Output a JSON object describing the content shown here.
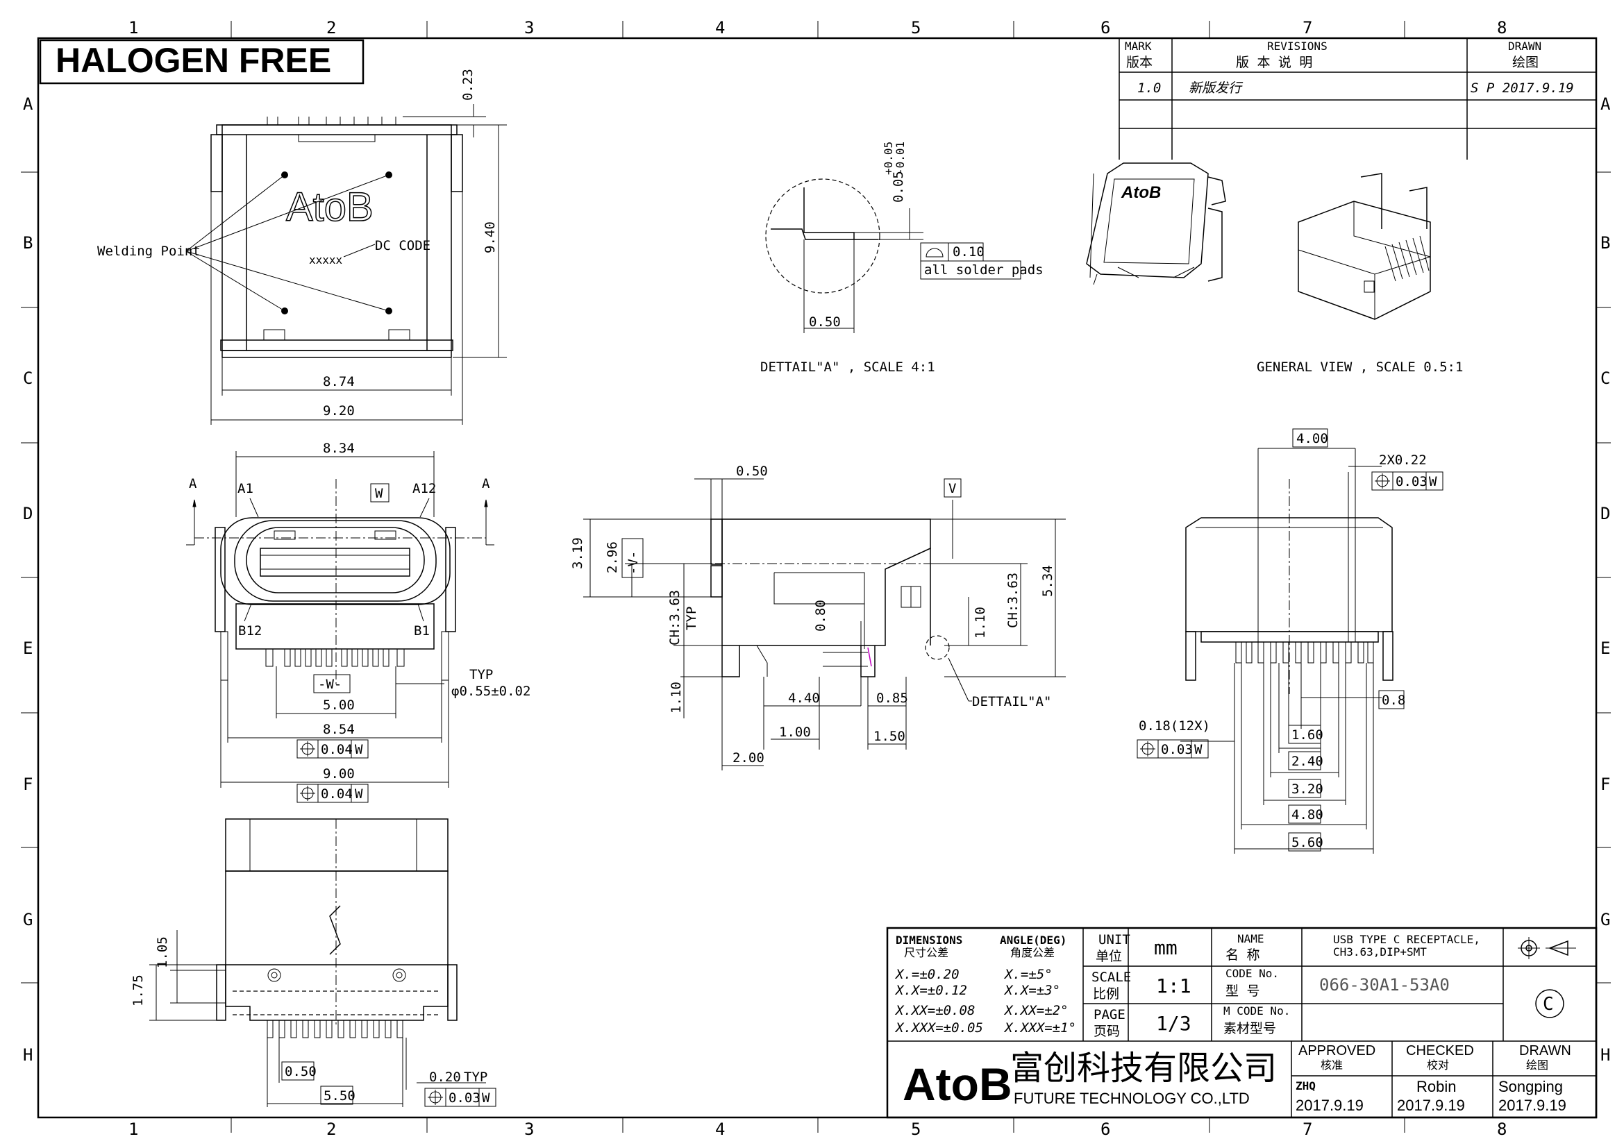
{
  "banner": "HALOGEN FREE",
  "grid": {
    "cols": [
      "1",
      "2",
      "3",
      "4",
      "5",
      "6",
      "7",
      "8"
    ],
    "rows": [
      "A",
      "B",
      "C",
      "D",
      "E",
      "F",
      "G",
      "H"
    ]
  },
  "revisions": {
    "mark_label_en": "MARK",
    "mark_label_cn": "版本",
    "rev_label_en": "REVISIONS",
    "rev_label_cn": "版 本 说 明",
    "drawn_label_en": "DRAWN",
    "drawn_label_cn": "绘图",
    "mark": "1.0",
    "desc": "新版发行",
    "drawn": "S P 2017.9.19"
  },
  "top_view": {
    "logo": "AtoB",
    "welding_label": "Welding Point",
    "dc_code_label": "DC CODE",
    "dc_code_value": "xxxxx",
    "dims": {
      "d023": "0.23",
      "d940": "9.40",
      "d874": "8.74",
      "d920": "9.20"
    }
  },
  "detail_a": {
    "tol_dim": "0.05",
    "tol_plus": "+0.05",
    "tol_minus": "-0.01",
    "flat_val": "0.10",
    "flat_note": "all solder pads",
    "width": "0.50",
    "caption": "DETTAIL\"A\" , SCALE 4:1"
  },
  "general_view": {
    "logo": "AtoB",
    "caption": "GENERAL VIEW , SCALE 0.5:1"
  },
  "front_view": {
    "section_a": "A",
    "pin_a1": "A1",
    "pin_a12": "A12",
    "pin_b12": "B12",
    "pin_b1": "B1",
    "datum_w": "W",
    "datum_w2": "-W-",
    "typ": "TYP",
    "hole_dia": "φ0.55±0.02",
    "dims": {
      "d834": "8.34",
      "d500": "5.00",
      "d854": "8.54",
      "d900": "9.00"
    },
    "tol1": "0.04",
    "tol2": "0.04",
    "tol_ref": "W"
  },
  "side_view": {
    "datum_v": "V",
    "datum_v2": "-V-",
    "dims": {
      "d050": "0.50",
      "d319": "3.19",
      "d296": "2.96",
      "d534": "5.34",
      "ch363a": "CH:3.63",
      "typ": "TYP",
      "ch363b": "CH:3.63",
      "d080": "0.80",
      "d110a": "1.10",
      "d110b": "1.10",
      "d440": "4.40",
      "d085": "0.85",
      "d100": "1.00",
      "d150": "1.50",
      "d200": "2.00"
    },
    "detail_label": "DETTAIL\"A\""
  },
  "rear_view": {
    "dims": {
      "d400": "4.00",
      "d2x022": "2X0.22",
      "tol003": "0.03",
      "ref_w": "W",
      "d08": "0.8",
      "d018": "0.18(12X)",
      "tol003b": "0.03",
      "ref_w2": "W",
      "d160": "1.60",
      "d240": "2.40",
      "d320": "3.20",
      "d480": "4.80",
      "d560": "5.60"
    }
  },
  "bottom_view": {
    "dims": {
      "d105": "1.05",
      "d175": "1.75",
      "d050": "0.50",
      "d550": "5.50",
      "d020": "0.20",
      "typ": "TYP",
      "tol": "0.03",
      "ref": "W"
    }
  },
  "title_block": {
    "dims_label_en": "DIMENSIONS",
    "dims_label_cn": "尺寸公差",
    "angle_label_en": "ANGLE(DEG)",
    "angle_label_cn": "角度公差",
    "tol_x": "X.=±0.20",
    "tol_xx": "X.X=±0.12",
    "tol_xxx": "X.XX=±0.08",
    "tol_xxxx": "X.XXX=±0.05",
    "ang_x": "X.=±5°",
    "ang_xx": "X.X=±3°",
    "ang_xxx": "X.XX=±2°",
    "ang_xxxx": "X.XXX=±1°",
    "unit_en": "UNIT",
    "unit_cn": "单位",
    "unit_val": "mm",
    "scale_en": "SCALE",
    "scale_cn": "比例",
    "scale_val": "1:1",
    "page_en": "PAGE",
    "page_cn": "页码",
    "page_val": "1/3",
    "name_en": "NAME",
    "name_cn": "名 称",
    "name_val1": "USB TYPE C RECEPTACLE,",
    "name_val2": "CH3.63,DIP+SMT",
    "code_en": "CODE No.",
    "code_cn": "型 号",
    "code_val": "066-30A1-53A0",
    "mcode_en": "M CODE No.",
    "mcode_cn": "素材型号",
    "copyright": "C",
    "company_logo": "AtoB",
    "company_cn": "富创科技有限公司",
    "company_en": "FUTURE TECHNOLOGY CO.,LTD",
    "approved_en": "APPROVED",
    "approved_cn": "核准",
    "approved_by": "ZHQ",
    "approved_date": "2017.9.19",
    "checked_en": "CHECKED",
    "checked_cn": "校对",
    "checked_by": "Robin",
    "checked_date": "2017.9.19",
    "drawn_en": "DRAWN",
    "drawn_cn": "绘图",
    "drawn_by": "Songping",
    "drawn_date": "2017.9.19"
  }
}
